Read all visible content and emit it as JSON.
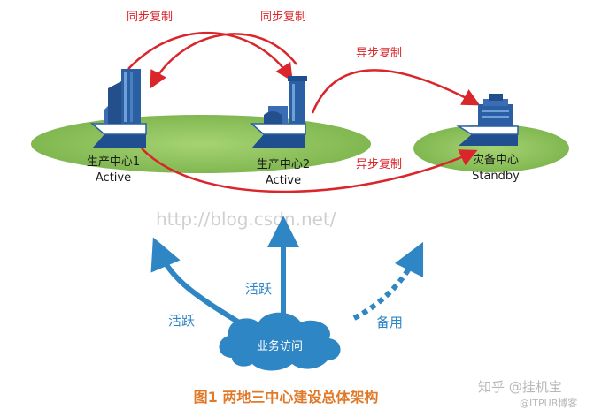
{
  "labels": {
    "sync_left": "同步复制",
    "sync_right": "同步复制",
    "async_top": "异步复制",
    "async_bottom": "异步复制",
    "center1": "生产中心1",
    "center1_state": "Active",
    "center2": "生产中心2",
    "center2_state": "Active",
    "disaster": "灾备中心",
    "disaster_state": "Standby",
    "access_left": "活跃",
    "access_mid": "活跃",
    "access_right": "备用",
    "cloud": "业务访问"
  },
  "watermarks": {
    "blog": "http://blog.csdn.net/",
    "zhihu": "知乎 @挂机宝",
    "itpub": "@ITPUB博客"
  },
  "caption": "图1  两地三中心建设总体架构",
  "colors": {
    "replication_arrow": "#d9262b",
    "access_arrow": "#2f86c4",
    "ellipse": "#8fc45a",
    "building": "#2a5fa3",
    "caption": "#e07a2a"
  }
}
